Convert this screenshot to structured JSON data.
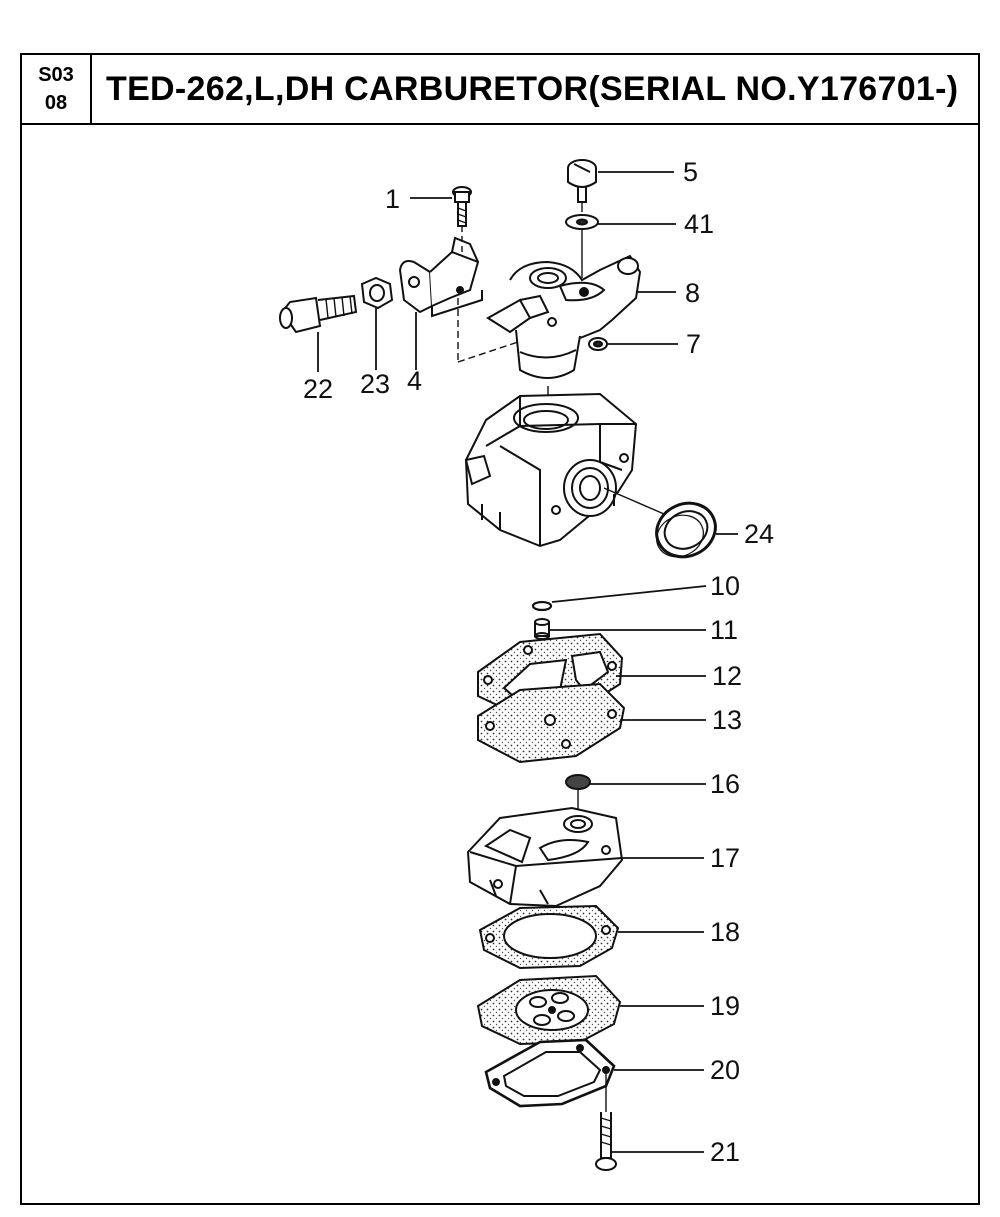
{
  "header": {
    "section_code_line1": "S03",
    "section_code_line2": "08",
    "title": "TED-262,L,DH CARBURETOR(SERIAL NO.Y176701-)"
  },
  "labels": {
    "p1": "1",
    "p5": "5",
    "p41": "41",
    "p8": "8",
    "p7": "7",
    "p22": "22",
    "p23": "23",
    "p4": "4",
    "p24": "24",
    "p10": "10",
    "p11": "11",
    "p12": "12",
    "p13": "13",
    "p16": "16",
    "p17": "17",
    "p18": "18",
    "p19": "19",
    "p20": "20",
    "p21": "21"
  }
}
